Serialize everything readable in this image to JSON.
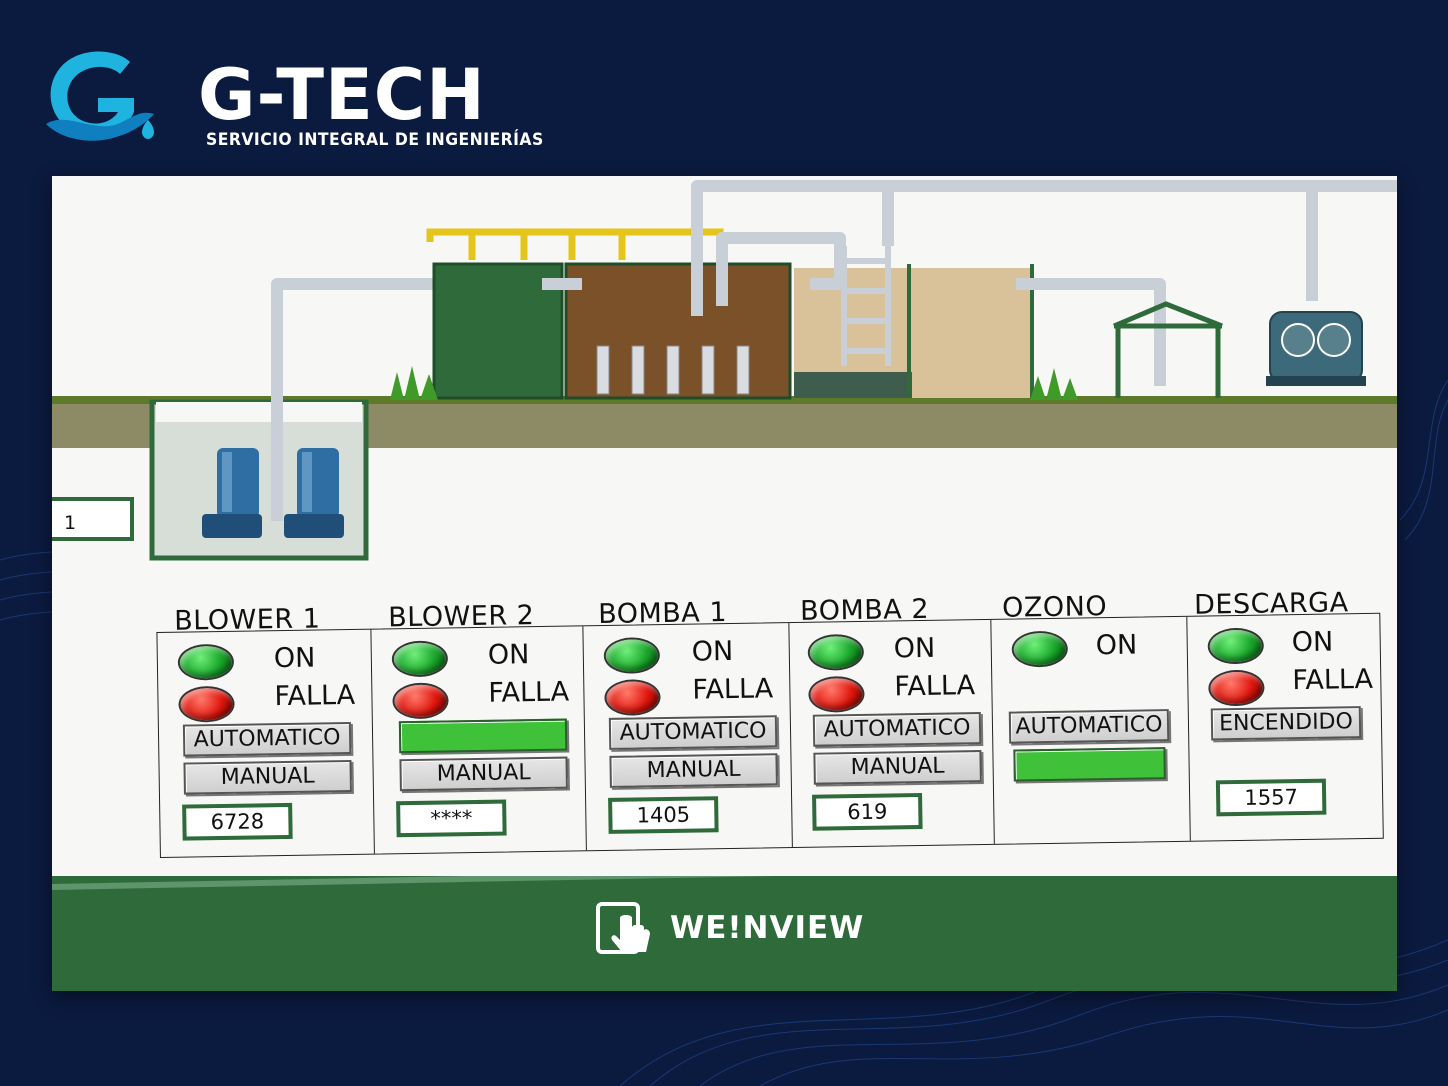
{
  "logo": {
    "name": "G-TECH",
    "tagline": "SERVICIO INTEGRAL DE INGENIERÍAS"
  },
  "hmi": {
    "counter_value": "1",
    "devices": [
      {
        "title": "BLOWER 1",
        "on_label": "ON",
        "fault_label": "FALLA",
        "mode_label": "AUTOMATICO",
        "manual_label": "MANUAL",
        "readout": "6728"
      },
      {
        "title": "BLOWER 2",
        "on_label": "ON",
        "fault_label": "FALLA",
        "mode_label": "",
        "manual_label": "MANUAL",
        "readout": "****"
      },
      {
        "title": "BOMBA 1",
        "on_label": "ON",
        "fault_label": "FALLA",
        "mode_label": "AUTOMATICO",
        "manual_label": "MANUAL",
        "readout": "1405"
      },
      {
        "title": "BOMBA 2",
        "on_label": "ON",
        "fault_label": "FALLA",
        "mode_label": "AUTOMATICO",
        "manual_label": "MANUAL",
        "readout": "619"
      },
      {
        "title": "OZONO",
        "on_label": "ON",
        "mode_label": "AUTOMATICO"
      },
      {
        "title": "DESCARGA",
        "on_label": "ON",
        "fault_label": "FALLA",
        "mode_label": "ENCENDIDO",
        "readout": "1557"
      }
    ],
    "footer_brand": "WE!NVIEW"
  },
  "colors": {
    "background": "#0b1a3f",
    "accent_green": "#2f6b3a",
    "led_green": "#19a52a",
    "led_red": "#e0160e",
    "button_active": "#3fc23a"
  }
}
